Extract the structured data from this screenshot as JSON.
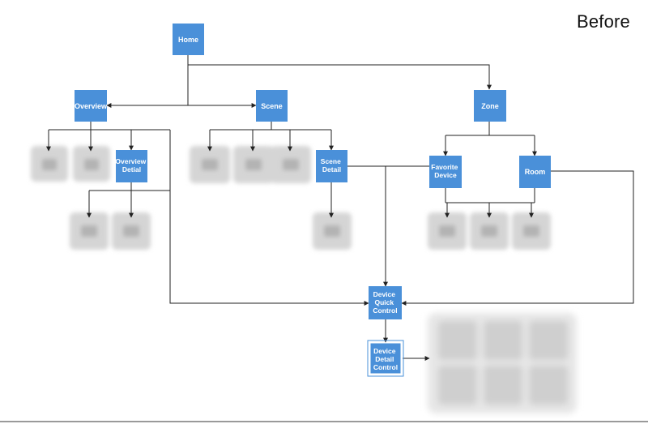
{
  "header": {
    "title": "Before"
  },
  "colors": {
    "node_fill": "#4a90d9",
    "node_text": "#ffffff",
    "line": "#222222",
    "blurred_screen": "#d7d7d7"
  },
  "nodes": {
    "home": "Home",
    "overview": "Overview",
    "scene": "Scene",
    "zone": "Zone",
    "overview_detail": [
      "Overview",
      "Detial"
    ],
    "scene_detail": [
      "Scene",
      "Detail"
    ],
    "favorite_device": [
      "Favorite",
      "Device"
    ],
    "room": "Room",
    "device_quick_control": [
      "Device",
      "Quick",
      "Control"
    ],
    "device_detail_control": [
      "Device",
      "Detail",
      "Control"
    ]
  }
}
